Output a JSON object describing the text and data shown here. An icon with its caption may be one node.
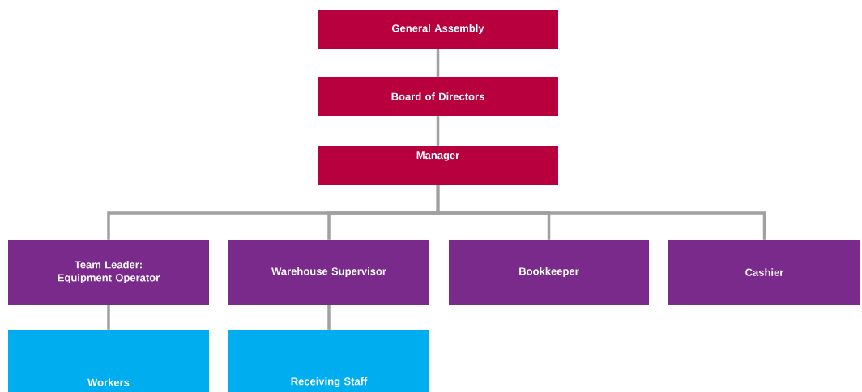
{
  "diagram": {
    "nodes": [
      {
        "text": [
          "General Assembly"
        ]
      },
      {
        "text": [
          "Board of Directors"
        ]
      },
      {
        "text": [
          "Manager"
        ]
      },
      {
        "text": [
          "Team Leader: Equipment Operator"
        ]
      },
      {
        "text": [
          "Warehouse Supervisor"
        ]
      },
      {
        "text": [
          "Bookkeeper"
        ]
      },
      {
        "text": [
          "Cashier"
        ]
      },
      {
        "text": [
          "Workers"
        ]
      },
      {
        "text": [
          "Receiving Staff"
        ]
      }
    ],
    "edges": [
      {
        "from": 0,
        "to": 1,
        "arrow": "none"
      },
      {
        "from": 1,
        "to": 2,
        "arrow": "none"
      },
      {
        "from": 2,
        "to": 3,
        "arrow": "none"
      },
      {
        "from": 2,
        "to": 4,
        "arrow": "none"
      },
      {
        "from": 2,
        "to": 5,
        "arrow": "none"
      },
      {
        "from": 2,
        "to": 6,
        "arrow": "none"
      },
      {
        "from": 3,
        "to": 7,
        "arrow": "none"
      },
      {
        "from": 4,
        "to": 8,
        "arrow": "none"
      }
    ]
  }
}
